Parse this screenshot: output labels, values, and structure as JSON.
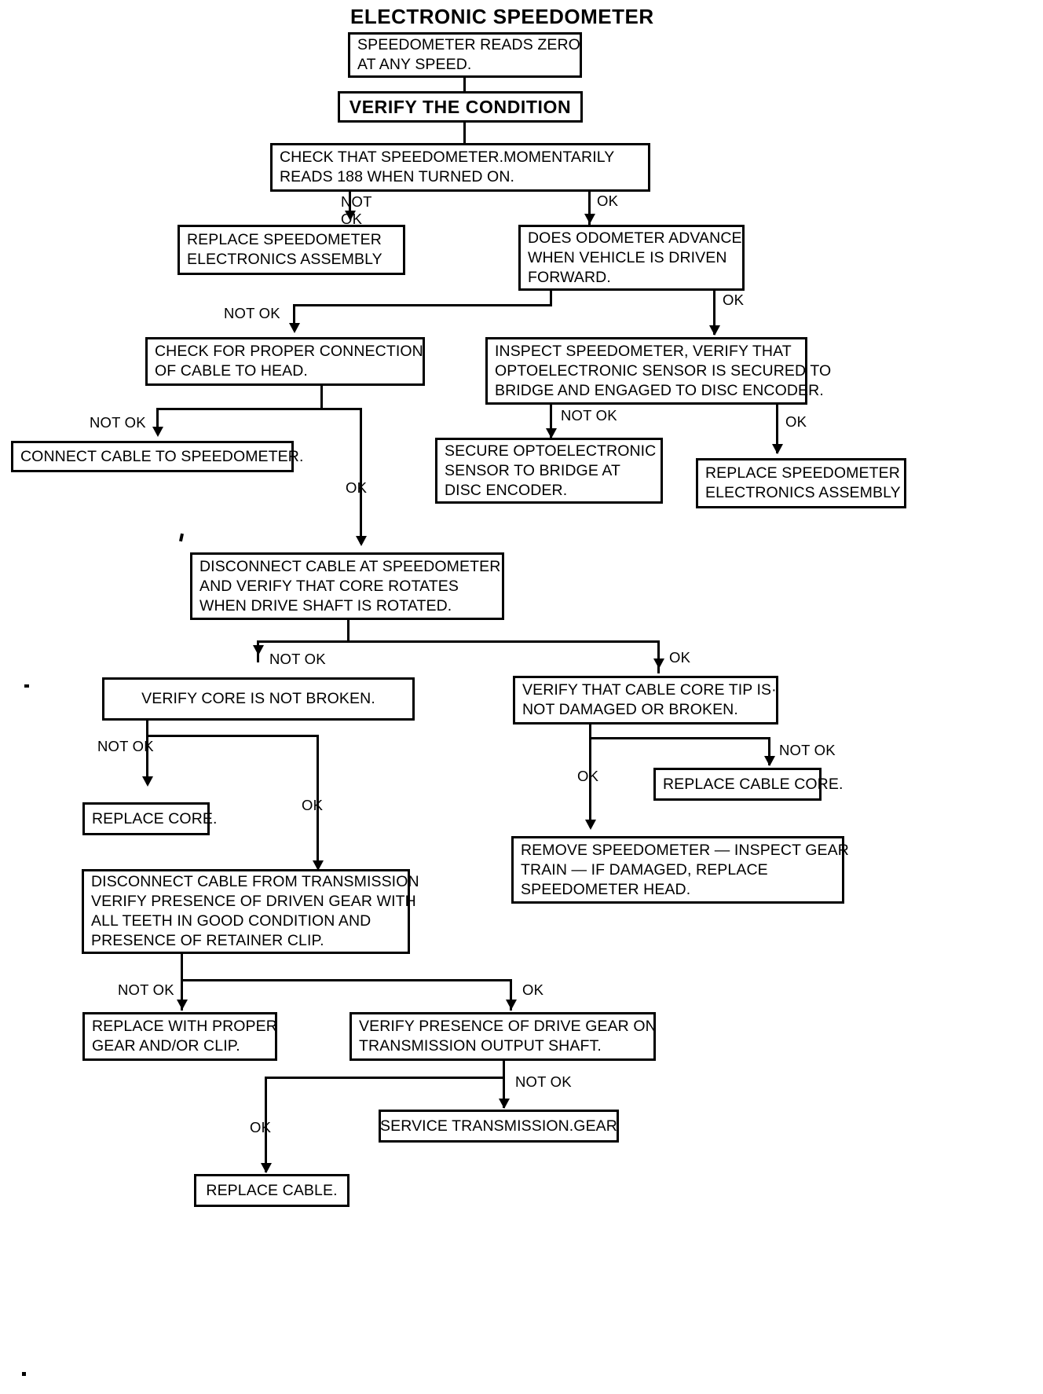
{
  "chart_data": {
    "type": "diagram",
    "title": "ELECTRONIC SPEEDOMETER",
    "diagram_kind": "troubleshooting-flowchart",
    "nodes": [
      {
        "id": "n1",
        "text": [
          "SPEEDOMETER READS ZERO",
          "AT ANY SPEED."
        ]
      },
      {
        "id": "n2",
        "text": [
          "VERIFY THE CONDITION"
        ],
        "emphasis": "bold"
      },
      {
        "id": "n3",
        "text": [
          "CHECK THAT SPEEDOMETER.MOMENTARILY",
          "READS 188 WHEN TURNED ON."
        ]
      },
      {
        "id": "n4",
        "text": [
          "REPLACE SPEEDOMETER",
          "ELECTRONICS ASSEMBLY"
        ]
      },
      {
        "id": "n5",
        "text": [
          "DOES ODOMETER ADVANCE",
          "WHEN VEHICLE IS DRIVEN",
          "FORWARD."
        ]
      },
      {
        "id": "n6",
        "text": [
          "CHECK FOR PROPER CONNECTION",
          "OF CABLE TO HEAD."
        ]
      },
      {
        "id": "n7",
        "text": [
          "INSPECT SPEEDOMETER, VERIFY THAT",
          "OPTOELECTRONIC SENSOR IS SECURED TO",
          "BRIDGE AND ENGAGED TO DISC ENCODER."
        ]
      },
      {
        "id": "n8",
        "text": [
          "CONNECT CABLE TO SPEEDOMETER."
        ]
      },
      {
        "id": "n9",
        "text": [
          "SECURE  OPTOELECTRONIC",
          "SENSOR TO BRIDGE AT",
          "DISC ENCODER."
        ]
      },
      {
        "id": "n10",
        "text": [
          "REPLACE SPEEDOMETER",
          "ELECTRONICS ASSEMBLY"
        ]
      },
      {
        "id": "n11",
        "text": [
          "DISCONNECT CABLE AT SPEEDOMETER",
          "AND VERIFY THAT CORE ROTATES",
          "WHEN DRIVE SHAFT IS ROTATED."
        ]
      },
      {
        "id": "n12",
        "text": [
          "VERIFY CORE IS NOT BROKEN."
        ]
      },
      {
        "id": "n13",
        "text": [
          "VERIFY THAT CABLE CORE TIP IS·",
          "NOT DAMAGED OR BROKEN."
        ]
      },
      {
        "id": "n14",
        "text": [
          "REPLACE CORE."
        ]
      },
      {
        "id": "n15",
        "text": [
          "REPLACE CABLE CORE."
        ]
      },
      {
        "id": "n16",
        "text": [
          "REMOVE SPEEDOMETER — INSPECT GEAR",
          "TRAIN — IF DAMAGED, REPLACE",
          "SPEEDOMETER HEAD."
        ]
      },
      {
        "id": "n17",
        "text": [
          "DISCONNECT CABLE FROM TRANSMISSION",
          "VERIFY PRESENCE OF DRIVEN GEAR WITH",
          "ALL TEETH IN GOOD CONDITION AND",
          "PRESENCE OF RETAINER CLIP."
        ]
      },
      {
        "id": "n18",
        "text": [
          "REPLACE WITH PROPER",
          "GEAR AND/OR CLIP."
        ]
      },
      {
        "id": "n19",
        "text": [
          "VERIFY PRESENCE OF DRIVE GEAR ON",
          "TRANSMISSION OUTPUT SHAFT."
        ]
      },
      {
        "id": "n20",
        "text": [
          "SERVICE TRANSMISSION.GEAR"
        ]
      },
      {
        "id": "n21",
        "text": [
          "REPLACE CABLE."
        ]
      }
    ],
    "edges": [
      {
        "from": "n1",
        "to": "n2",
        "label": ""
      },
      {
        "from": "n2",
        "to": "n3",
        "label": ""
      },
      {
        "from": "n3",
        "to": "n4",
        "label": "NOT OK"
      },
      {
        "from": "n3",
        "to": "n5",
        "label": "OK"
      },
      {
        "from": "n5",
        "to": "n6",
        "label": "NOT  OK"
      },
      {
        "from": "n5",
        "to": "n7",
        "label": "OK"
      },
      {
        "from": "n6",
        "to": "n8",
        "label": "NOT OK"
      },
      {
        "from": "n6",
        "to": "n11",
        "label": "OK"
      },
      {
        "from": "n7",
        "to": "n9",
        "label": "NOT OK"
      },
      {
        "from": "n7",
        "to": "n10",
        "label": "OK"
      },
      {
        "from": "n11",
        "to": "n12",
        "label": "NOT OK"
      },
      {
        "from": "n11",
        "to": "n13",
        "label": "OK"
      },
      {
        "from": "n12",
        "to": "n14",
        "label": "NOT OK"
      },
      {
        "from": "n12",
        "to": "n17",
        "label": "OK"
      },
      {
        "from": "n13",
        "to": "n15",
        "label": "NOT OK"
      },
      {
        "from": "n13",
        "to": "n16",
        "label": "OK"
      },
      {
        "from": "n17",
        "to": "n18",
        "label": "NOT OK"
      },
      {
        "from": "n17",
        "to": "n19",
        "label": "OK"
      },
      {
        "from": "n19",
        "to": "n20",
        "label": "NOT OK"
      },
      {
        "from": "n19",
        "to": "n21",
        "label": "OK"
      }
    ],
    "edge_labels": [
      "NOT",
      "OK",
      "OK",
      "NOT  OK",
      "OK",
      "NOT OK",
      "OK",
      "NOT OK",
      "OK",
      "NOT OK",
      "OK",
      "NOT OK",
      "OK",
      "NOT OK",
      "OK",
      "NOT OK",
      "OK",
      "NOT OK",
      "OK"
    ]
  },
  "title": "ELECTRONIC SPEEDOMETER",
  "nodes": {
    "n1": {
      "l1": "SPEEDOMETER READS ZERO",
      "l2": "AT ANY SPEED."
    },
    "n2": {
      "l1": "VERIFY THE CONDITION"
    },
    "n3": {
      "l1": "CHECK THAT SPEEDOMETER.MOMENTARILY",
      "l2": "READS 188 WHEN TURNED ON."
    },
    "n4": {
      "l1": "REPLACE SPEEDOMETER",
      "l2": "ELECTRONICS ASSEMBLY"
    },
    "n5": {
      "l1": "DOES ODOMETER ADVANCE",
      "l2": "WHEN VEHICLE IS DRIVEN",
      "l3": "FORWARD."
    },
    "n6": {
      "l1": "CHECK FOR PROPER CONNECTION",
      "l2": "OF CABLE TO HEAD."
    },
    "n7": {
      "l1": "INSPECT SPEEDOMETER, VERIFY THAT",
      "l2": "OPTOELECTRONIC SENSOR IS SECURED TO",
      "l3": "BRIDGE AND ENGAGED TO DISC ENCODER."
    },
    "n8": {
      "l1": "CONNECT CABLE TO SPEEDOMETER."
    },
    "n9": {
      "l1": "SECURE  OPTOELECTRONIC",
      "l2": "SENSOR TO BRIDGE AT",
      "l3": "DISC ENCODER."
    },
    "n10": {
      "l1": "REPLACE SPEEDOMETER",
      "l2": "ELECTRONICS ASSEMBLY"
    },
    "n11": {
      "l1": "DISCONNECT CABLE AT SPEEDOMETER",
      "l2": "AND VERIFY THAT CORE ROTATES",
      "l3": "WHEN DRIVE SHAFT IS ROTATED."
    },
    "n12": {
      "l1": "VERIFY CORE IS NOT BROKEN."
    },
    "n13": {
      "l1": "VERIFY THAT CABLE CORE TIP IS·",
      "l2": "NOT DAMAGED OR BROKEN."
    },
    "n14": {
      "l1": "REPLACE CORE."
    },
    "n15": {
      "l1": "REPLACE CABLE CORE."
    },
    "n16": {
      "l1": "REMOVE SPEEDOMETER — INSPECT GEAR",
      "l2": "TRAIN — IF DAMAGED, REPLACE",
      "l3": "SPEEDOMETER HEAD."
    },
    "n17": {
      "l1": "DISCONNECT CABLE FROM TRANSMISSION",
      "l2": "VERIFY PRESENCE OF DRIVEN GEAR WITH",
      "l3": "ALL TEETH IN GOOD CONDITION AND",
      "l4": "PRESENCE OF RETAINER CLIP."
    },
    "n18": {
      "l1": "REPLACE WITH PROPER",
      "l2": "GEAR AND/OR CLIP."
    },
    "n19": {
      "l1": "VERIFY PRESENCE OF DRIVE GEAR ON",
      "l2": "TRANSMISSION OUTPUT SHAFT."
    },
    "n20": {
      "l1": "SERVICE TRANSMISSION.GEAR"
    },
    "n21": {
      "l1": "REPLACE CABLE."
    }
  },
  "labels": {
    "e1a": "NOT",
    "e1b": "OK",
    "e2": "OK",
    "e3": "NOT  OK",
    "e4": "OK",
    "e5": "NOT OK",
    "e6": "OK",
    "e7": "NOT OK",
    "e8": "OK",
    "e9": "NOT OK",
    "e10": "OK",
    "e11": "NOT OK",
    "e12": "OK",
    "e13": "NOT OK",
    "e14": "OK",
    "e15": "NOT OK",
    "e16": "OK",
    "e17": "NOT OK",
    "e18": "OK",
    "e19": "NOT OK",
    "e20": "OK"
  }
}
